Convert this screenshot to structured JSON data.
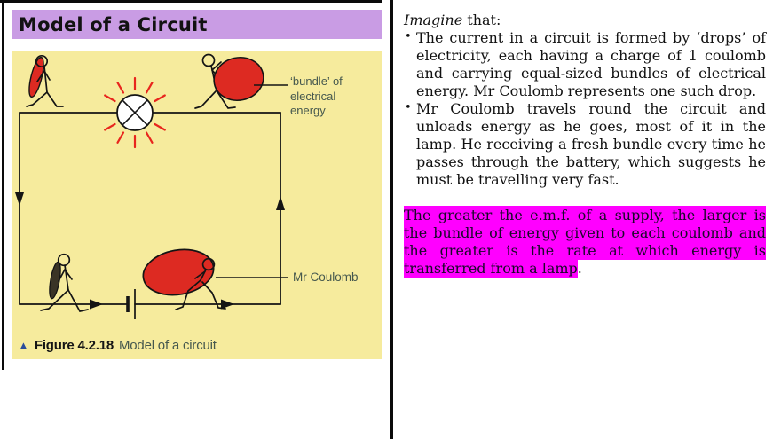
{
  "colors": {
    "title-bar": "#c99ce4",
    "figure-bg": "#f6eb9d",
    "bundle-red": "#dd2a22",
    "sack-dark": "#3a3426",
    "ray-red": "#e8251d",
    "label-text": "#46584e",
    "caption-blue": "#2b4d9b",
    "highlight": "#ff00ff"
  },
  "left_panel": {
    "title": "Model of a Circuit",
    "figure": {
      "bundle_label": "‘bundle’ of\nelectrical\nenergy",
      "coulomb_label": "Mr Coulomb",
      "caption": {
        "marker": "▲",
        "number": "Figure 4.2.18",
        "text": "Model of a circuit"
      }
    }
  },
  "right_panel": {
    "intro": {
      "italic": "Imagine",
      "rest": " that:"
    },
    "bullets": [
      "The current in a circuit is formed by ‘drops’ of electricity, each having a charge of 1 coulomb and carrying equal-sized bundles of electrical energy. Mr Coulomb represents one such drop.",
      "Mr Coulomb travels round the circuit and unloads energy as he goes, most of it in the lamp. He receiving a fresh bundle every time he passes through the battery, which suggests he must be travelling very fast."
    ],
    "highlight": {
      "text": "The greater the e.m.f. of a supply, the larger is the bundle of energy given to each coulomb and the greater is the rate at which energy is transferred from a lamp",
      "suffix": "."
    }
  }
}
